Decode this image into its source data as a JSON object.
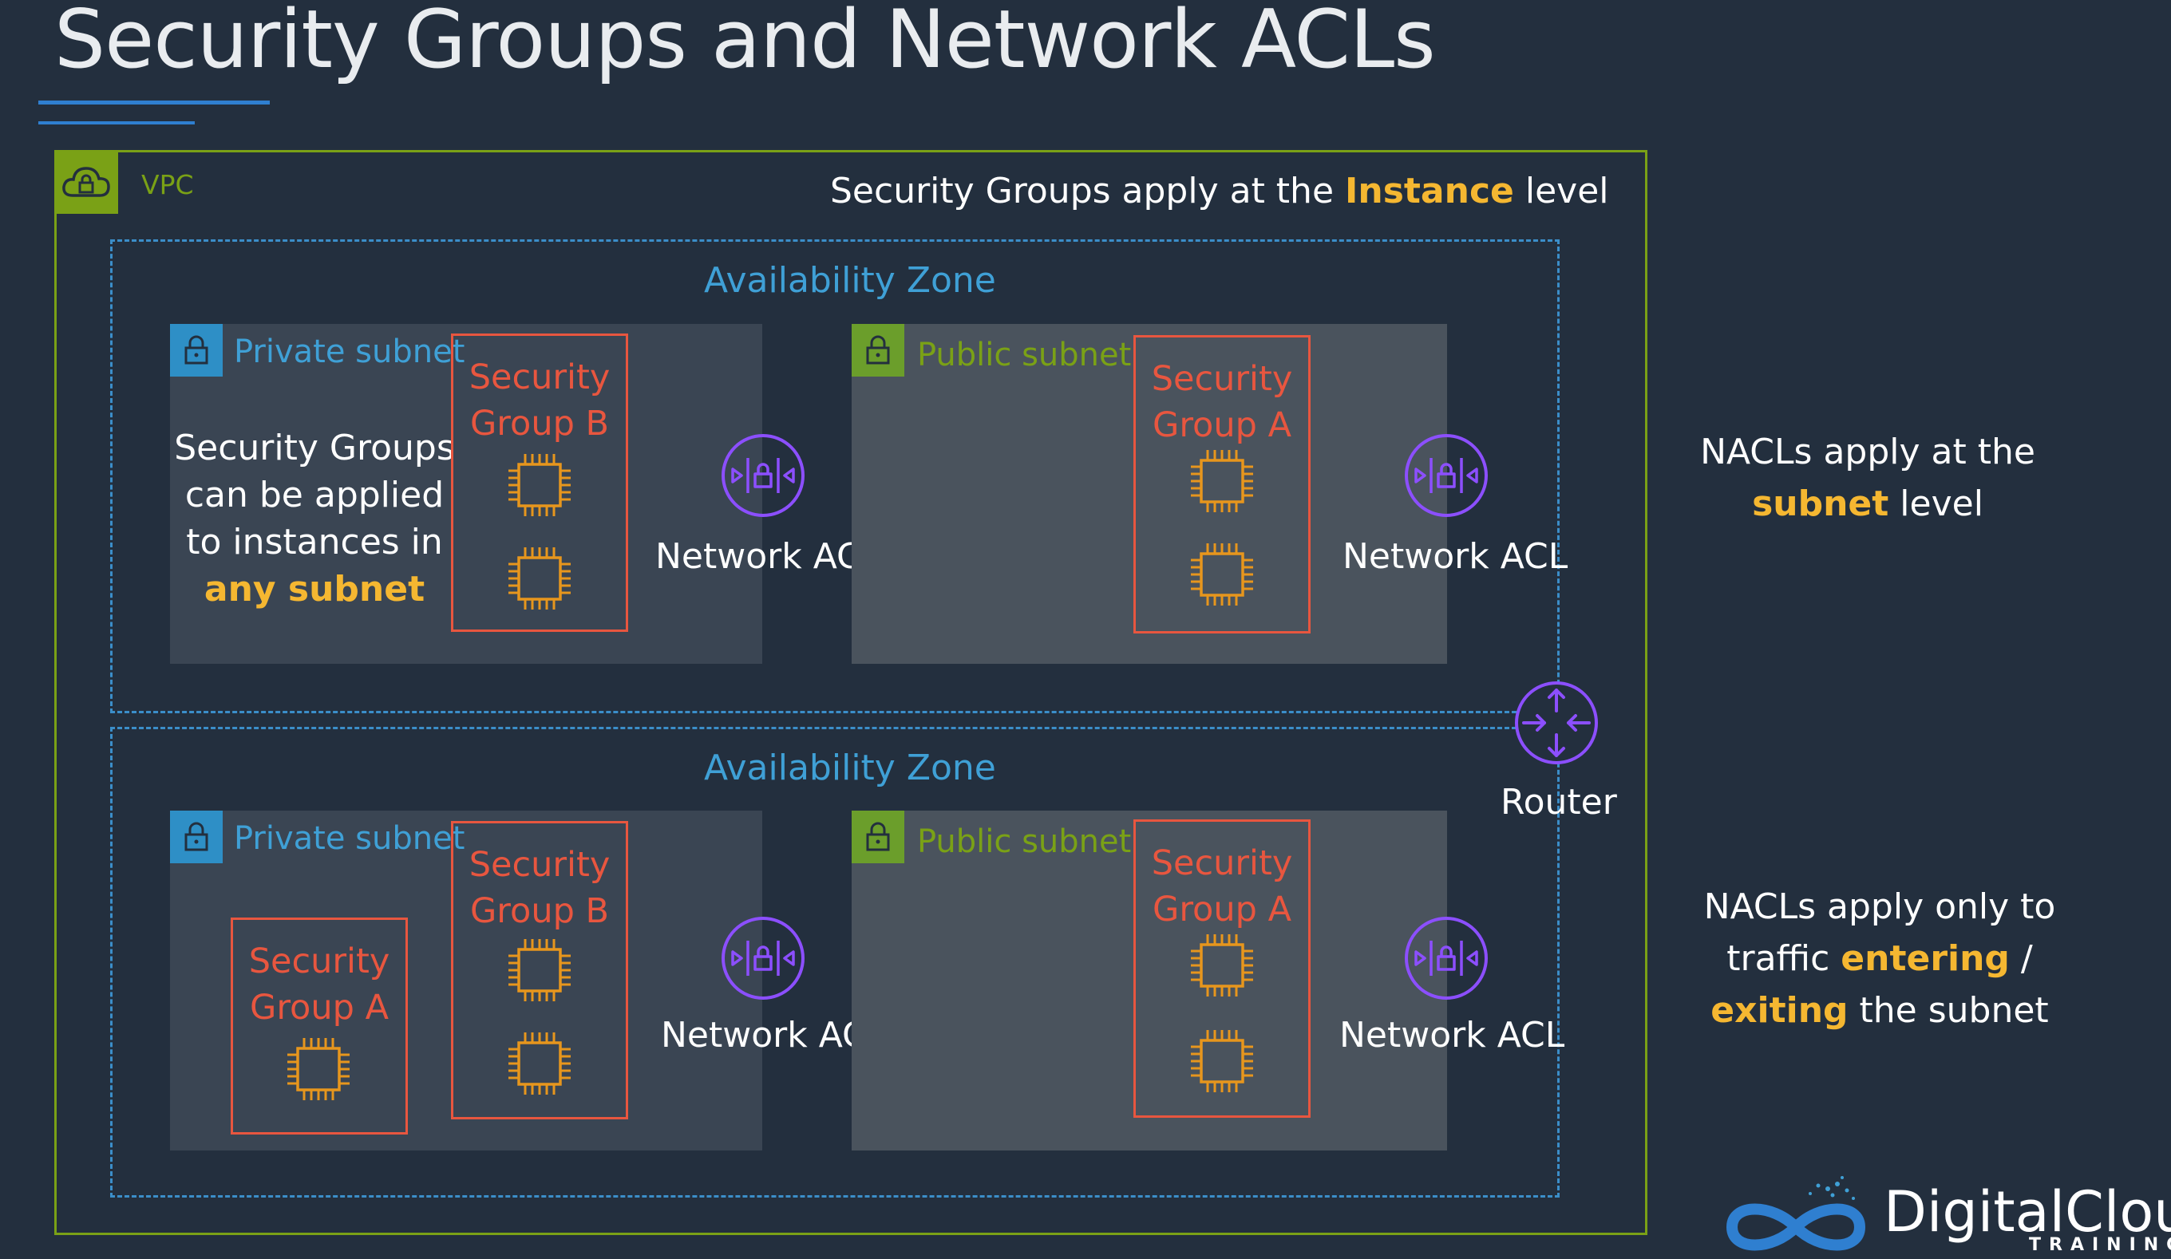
{
  "title": "Security Groups and Network ACLs",
  "colors": {
    "background": "#232f3e",
    "vpc_border": "#7aa116",
    "az_border": "#3b8ec9",
    "security_group": "#e8563f",
    "nacl_icon": "#8c4fff",
    "chip_icon": "#e7961d",
    "highlight": "#f5b731"
  },
  "vpc": {
    "label": "VPC",
    "icon": "cloud-lock-icon"
  },
  "annotations": {
    "sg_level": {
      "pre": "Security Groups apply at the ",
      "hl": "Instance",
      "post": " level"
    },
    "nacl_level": {
      "line1": "NACLs apply at the",
      "hl": "subnet",
      "post": " level"
    },
    "nacl_traffic": {
      "line1": "NACLs apply only to",
      "line2_pre": "traffic ",
      "hl1": "entering",
      "line2_post": " /",
      "hl2": "exiting",
      "line3_post": " the subnet"
    },
    "sg_any_subnet": {
      "line1": "Security Groups",
      "line2": "can be applied",
      "line3": "to instances in",
      "hl": "any subnet"
    }
  },
  "zones": [
    {
      "label": "Availability Zone",
      "private_subnet": {
        "label": "Private subnet",
        "security_groups": [
          {
            "label": "Security\nGroup B",
            "instances": 2
          }
        ]
      },
      "public_subnet": {
        "label": "Public subnet",
        "security_groups": [
          {
            "label": "Security\nGroup A",
            "instances": 2
          }
        ]
      },
      "nacl_labels": [
        "Network ACL",
        "Network ACL"
      ]
    },
    {
      "label": "Availability Zone",
      "private_subnet": {
        "label": "Private subnet",
        "security_groups": [
          {
            "label": "Security\nGroup A",
            "instances": 1
          },
          {
            "label": "Security\nGroup B",
            "instances": 2
          }
        ]
      },
      "public_subnet": {
        "label": "Public subnet",
        "security_groups": [
          {
            "label": "Security\nGroup A",
            "instances": 2
          }
        ]
      },
      "nacl_labels": [
        "Network ACL",
        "Network ACL"
      ]
    }
  ],
  "router": {
    "label": "Router",
    "icon": "router-icon"
  },
  "logo": {
    "name": "DigitalCloud",
    "sub": "TRAINING",
    "icon": "infinity-logo-icon"
  }
}
